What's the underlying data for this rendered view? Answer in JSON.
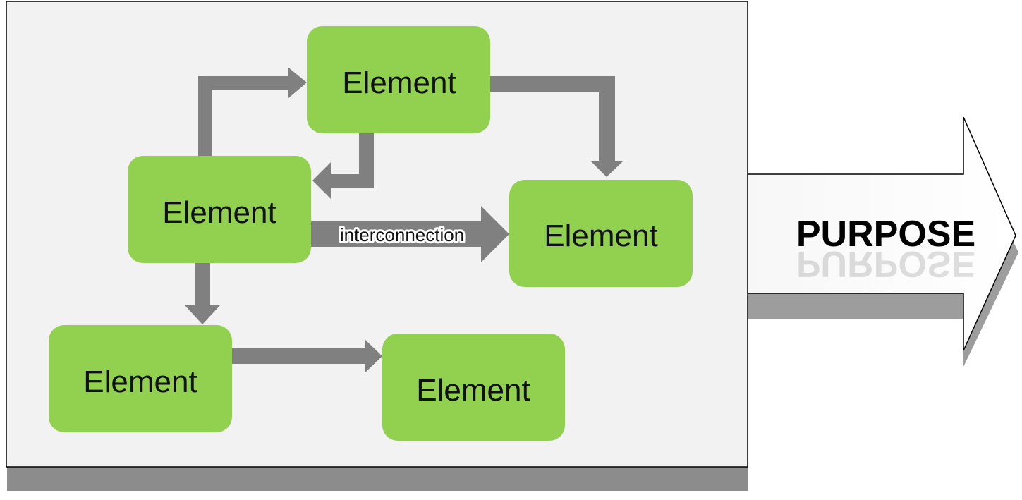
{
  "diagram": {
    "purpose_label": "PURPOSE",
    "connection_label": "interconnection",
    "nodes": [
      {
        "id": "top",
        "label": "Element"
      },
      {
        "id": "mid-left",
        "label": "Element"
      },
      {
        "id": "mid-right",
        "label": "Element"
      },
      {
        "id": "bottom-left",
        "label": "Element"
      },
      {
        "id": "bottom-mid",
        "label": "Element"
      }
    ],
    "edges": [
      {
        "from": "mid-left",
        "to": "top"
      },
      {
        "from": "top",
        "to": "mid-left"
      },
      {
        "from": "top",
        "to": "mid-right"
      },
      {
        "from": "mid-left",
        "to": "mid-right",
        "label_ref": "connection_label"
      },
      {
        "from": "mid-left",
        "to": "bottom-left"
      },
      {
        "from": "bottom-left",
        "to": "bottom-mid"
      }
    ],
    "colors": {
      "node_fill": "#92d050",
      "arrow": "#808080",
      "panel_fill": "#f2f2f2",
      "panel_border": "#000000",
      "shadow": "#8c8c8c"
    }
  }
}
